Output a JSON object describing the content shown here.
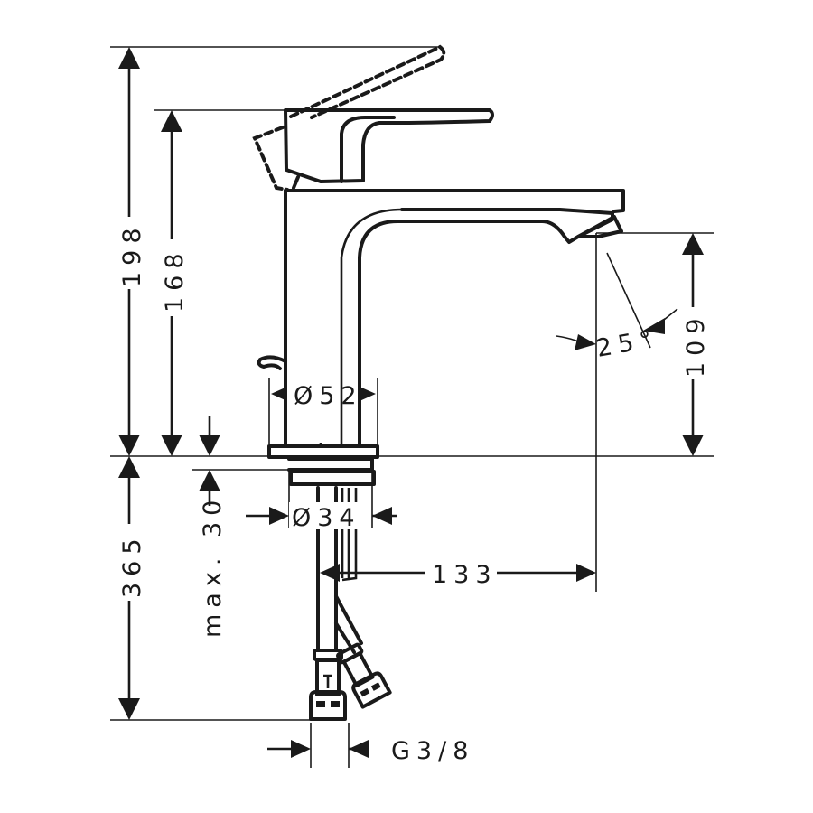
{
  "drawing": {
    "subject": "Basin mixer faucet dimension drawing",
    "units": "mm",
    "line_color": "#1a1a1a",
    "background": "#ffffff"
  },
  "dimensions": {
    "total_height_open_lever": "198",
    "height_closed_lever": "168",
    "spout_outlet_height": "109",
    "spout_angle": "25°",
    "body_diameter": "Ø52",
    "shank_diameter": "Ø34",
    "spout_projection": "133",
    "max_counter_thickness": "max. 30",
    "hose_length": "365",
    "connection_thread": "G3/8"
  }
}
